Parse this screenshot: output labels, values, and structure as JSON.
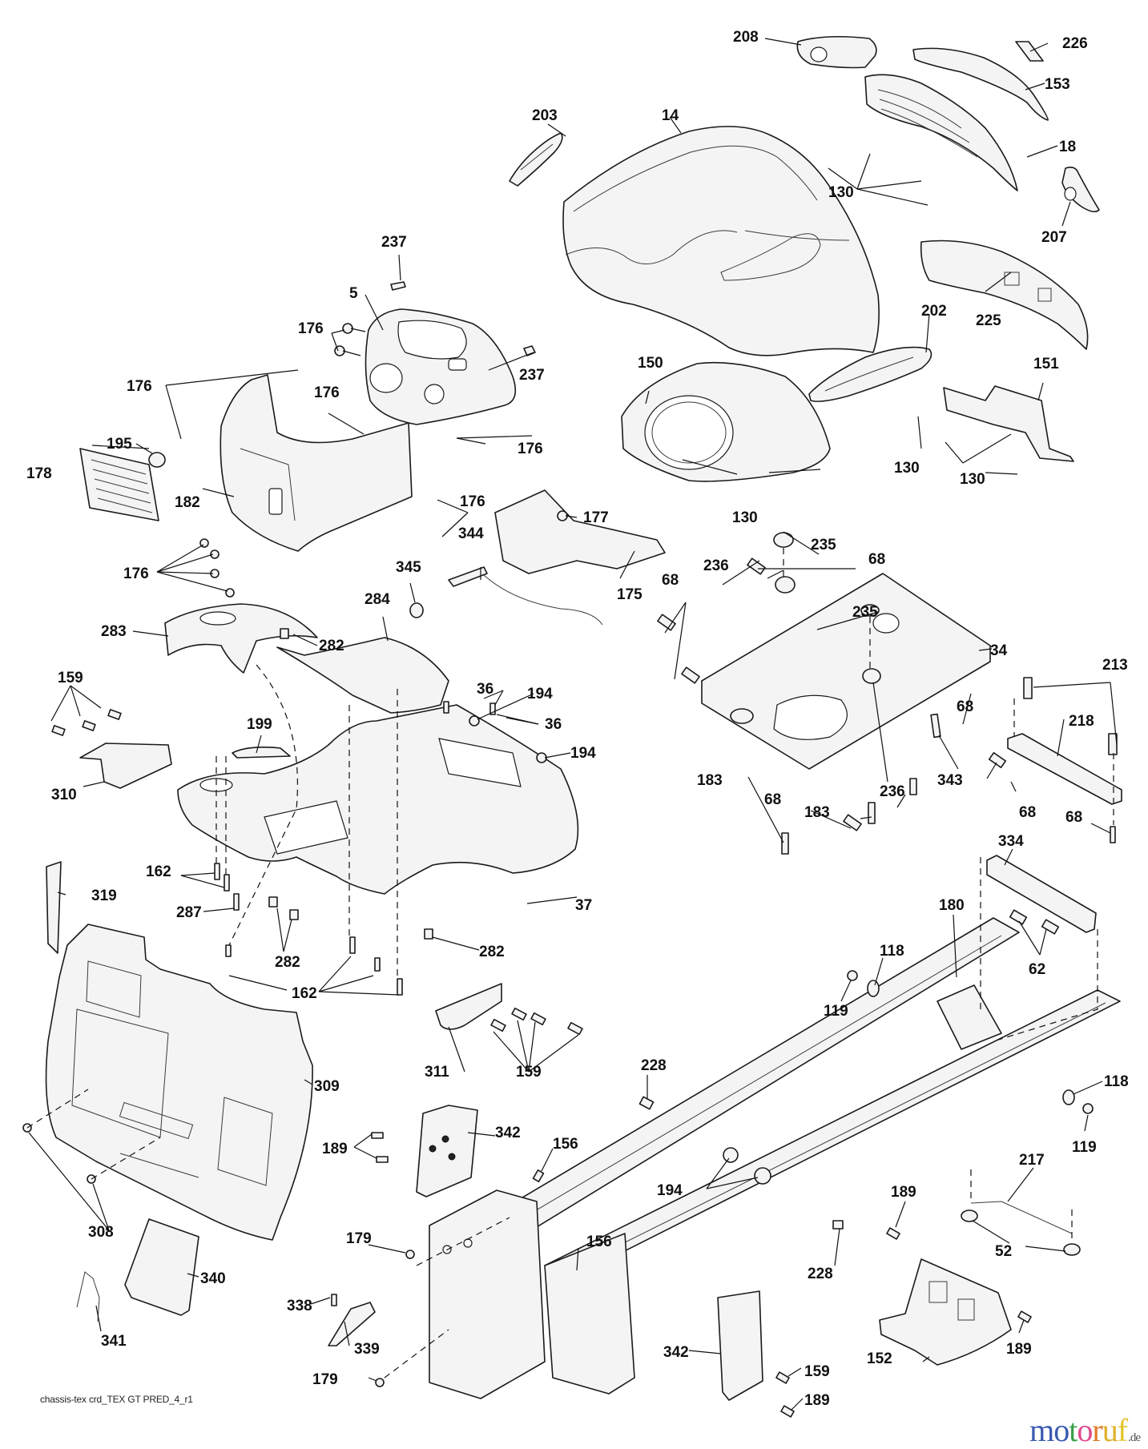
{
  "diagram": {
    "type": "exploded parts diagram",
    "subject": "Lawn tractor chassis / hood / dashboard assembly",
    "caption": "chassis-tex crd_TEX GT PRED_4_r1",
    "watermark": {
      "text": "motoruf",
      "tld": ".de",
      "letters": [
        {
          "ch": "m",
          "color": "#3a5bb0"
        },
        {
          "ch": "o",
          "color": "#3a5bb0"
        },
        {
          "ch": "t",
          "color": "#3aa14a"
        },
        {
          "ch": "o",
          "color": "#e04a8c"
        },
        {
          "ch": "r",
          "color": "#e07b2a"
        },
        {
          "ch": "u",
          "color": "#e0b02a"
        },
        {
          "ch": "f",
          "color": "#e0c42a"
        }
      ]
    },
    "parts": [
      {
        "id": "p5",
        "label": "5",
        "name": "Dashboard"
      },
      {
        "id": "p14",
        "label": "14",
        "name": "Hood"
      },
      {
        "id": "p18",
        "label": "18",
        "name": "Grille"
      },
      {
        "id": "p34",
        "label": "34",
        "name": "Engine mounting plate"
      },
      {
        "id": "p36a",
        "label": "36",
        "name": "Screw"
      },
      {
        "id": "p36b",
        "label": "36",
        "name": "Screw"
      },
      {
        "id": "p37",
        "label": "37",
        "name": "Fender"
      },
      {
        "id": "p52",
        "label": "52",
        "name": "Nut"
      },
      {
        "id": "p62",
        "label": "62",
        "name": "Bolt"
      },
      {
        "id": "p68a",
        "label": "68",
        "name": "Bolt"
      },
      {
        "id": "p68b",
        "label": "68",
        "name": "Bolt"
      },
      {
        "id": "p68c",
        "label": "68",
        "name": "Bolt"
      },
      {
        "id": "p68d",
        "label": "68",
        "name": "Bolt"
      },
      {
        "id": "p68e",
        "label": "68",
        "name": "Bolt"
      },
      {
        "id": "p68f",
        "label": "68",
        "name": "Bolt"
      },
      {
        "id": "p118a",
        "label": "118",
        "name": "Washer"
      },
      {
        "id": "p118b",
        "label": "118",
        "name": "Washer"
      },
      {
        "id": "p119a",
        "label": "119",
        "name": "Nut"
      },
      {
        "id": "p119b",
        "label": "119",
        "name": "Nut"
      },
      {
        "id": "p130a",
        "label": "130",
        "name": "Screw"
      },
      {
        "id": "p130b",
        "label": "130",
        "name": "Screw"
      },
      {
        "id": "p130c",
        "label": "130",
        "name": "Screw"
      },
      {
        "id": "p130d",
        "label": "130",
        "name": "Screw"
      },
      {
        "id": "p150",
        "label": "150",
        "name": "Shroud"
      },
      {
        "id": "p151",
        "label": "151",
        "name": "Bracket"
      },
      {
        "id": "p152",
        "label": "152",
        "name": "Cover"
      },
      {
        "id": "p153",
        "label": "153",
        "name": "Lens"
      },
      {
        "id": "p156a",
        "label": "156",
        "name": "Screw"
      },
      {
        "id": "p156b",
        "label": "156",
        "name": "Screw"
      },
      {
        "id": "p159a",
        "label": "159",
        "name": "Bolt"
      },
      {
        "id": "p159b",
        "label": "159",
        "name": "Bolt"
      },
      {
        "id": "p159c",
        "label": "159",
        "name": "Bolt"
      },
      {
        "id": "p162a",
        "label": "162",
        "name": "Screw"
      },
      {
        "id": "p162b",
        "label": "162",
        "name": "Screw"
      },
      {
        "id": "p175",
        "label": "175",
        "name": "Bracket"
      },
      {
        "id": "p176a",
        "label": "176",
        "name": "Screw"
      },
      {
        "id": "p176b",
        "label": "176",
        "name": "Screw"
      },
      {
        "id": "p176c",
        "label": "176",
        "name": "Screw"
      },
      {
        "id": "p176d",
        "label": "176",
        "name": "Screw"
      },
      {
        "id": "p176e",
        "label": "176",
        "name": "Screw"
      },
      {
        "id": "p176f",
        "label": "176",
        "name": "Screw"
      },
      {
        "id": "p177",
        "label": "177",
        "name": "Nut"
      },
      {
        "id": "p178",
        "label": "178",
        "name": "Grille insert"
      },
      {
        "id": "p179a",
        "label": "179",
        "name": "Nut"
      },
      {
        "id": "p179b",
        "label": "179",
        "name": "Nut"
      },
      {
        "id": "p180",
        "label": "180",
        "name": "Frame"
      },
      {
        "id": "p182",
        "label": "182",
        "name": "Dash support"
      },
      {
        "id": "p183a",
        "label": "183",
        "name": "Bolt"
      },
      {
        "id": "p183b",
        "label": "183",
        "name": "Bolt"
      },
      {
        "id": "p189a",
        "label": "189",
        "name": "Bolt"
      },
      {
        "id": "p189b",
        "label": "189",
        "name": "Bolt"
      },
      {
        "id": "p189c",
        "label": "189",
        "name": "Bolt"
      },
      {
        "id": "p189d",
        "label": "189",
        "name": "Bolt"
      },
      {
        "id": "p194a",
        "label": "194",
        "name": "Nut"
      },
      {
        "id": "p194b",
        "label": "194",
        "name": "Nut"
      },
      {
        "id": "p194c",
        "label": "194",
        "name": "Nut"
      },
      {
        "id": "p195",
        "label": "195",
        "name": "Plug"
      },
      {
        "id": "p199",
        "label": "199",
        "name": "Clip"
      },
      {
        "id": "p202",
        "label": "202",
        "name": "Headlight housing"
      },
      {
        "id": "p203",
        "label": "203",
        "name": "Headlight housing"
      },
      {
        "id": "p207",
        "label": "207",
        "name": "Lens"
      },
      {
        "id": "p208",
        "label": "208",
        "name": "Lens"
      },
      {
        "id": "p213",
        "label": "213",
        "name": "Bolt"
      },
      {
        "id": "p217",
        "label": "217",
        "name": "Rod"
      },
      {
        "id": "p218",
        "label": "218",
        "name": "Bracket"
      },
      {
        "id": "p225",
        "label": "225",
        "name": "Bumper"
      },
      {
        "id": "p226",
        "label": "226",
        "name": "Emblem"
      },
      {
        "id": "p228a",
        "label": "228",
        "name": "Pin"
      },
      {
        "id": "p228b",
        "label": "228",
        "name": "Pin"
      },
      {
        "id": "p235a",
        "label": "235",
        "name": "Bushing"
      },
      {
        "id": "p235b",
        "label": "235",
        "name": "Bushing"
      },
      {
        "id": "p236a",
        "label": "236",
        "name": "Spacer"
      },
      {
        "id": "p236b",
        "label": "236",
        "name": "Spacer"
      },
      {
        "id": "p237a",
        "label": "237",
        "name": "Plug"
      },
      {
        "id": "p237b",
        "label": "237",
        "name": "Plug"
      },
      {
        "id": "p282a",
        "label": "282",
        "name": "Clip"
      },
      {
        "id": "p282b",
        "label": "282",
        "name": "Clip"
      },
      {
        "id": "p282c",
        "label": "282",
        "name": "Clip"
      },
      {
        "id": "p283",
        "label": "283",
        "name": "Console cover"
      },
      {
        "id": "p284",
        "label": "284",
        "name": "Console cover"
      },
      {
        "id": "p287",
        "label": "287",
        "name": "Screw"
      },
      {
        "id": "p308",
        "label": "308",
        "name": "Screw"
      },
      {
        "id": "p309",
        "label": "309",
        "name": "Battery box"
      },
      {
        "id": "p310",
        "label": "310",
        "name": "Bracket"
      },
      {
        "id": "p311",
        "label": "311",
        "name": "Bracket"
      },
      {
        "id": "p319",
        "label": "319",
        "name": "Bracket"
      },
      {
        "id": "p334",
        "label": "334",
        "name": "Bracket"
      },
      {
        "id": "p338",
        "label": "338",
        "name": "Screw"
      },
      {
        "id": "p339",
        "label": "339",
        "name": "Lever"
      },
      {
        "id": "p340",
        "label": "340",
        "name": "Plate"
      },
      {
        "id": "p341",
        "label": "341",
        "name": "Spring clip"
      },
      {
        "id": "p342a",
        "label": "342",
        "name": "Bracket"
      },
      {
        "id": "p342b",
        "label": "342",
        "name": "Bracket"
      },
      {
        "id": "p343",
        "label": "343",
        "name": "Clip"
      },
      {
        "id": "p344",
        "label": "344",
        "name": "Switch"
      },
      {
        "id": "p345",
        "label": "345",
        "name": "Plug"
      }
    ]
  }
}
